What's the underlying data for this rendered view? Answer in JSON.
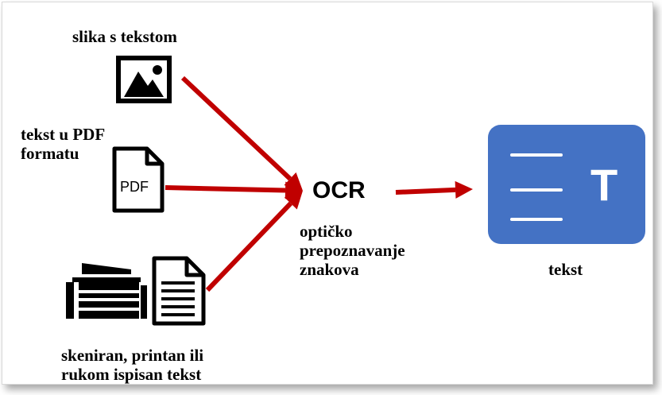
{
  "labels": {
    "image_text": "slika s tekstom",
    "pdf_text": "tekst u PDF\nformatu",
    "scanned_text": "skeniran, printan ili\nrukom ispisan tekst",
    "ocr": "OCR",
    "ocr_desc": "optičko\nprepoznavanje\nznakova",
    "output": "tekst"
  },
  "icons": {
    "image": "image-icon",
    "pdf": "pdf-file-icon",
    "pdf_badge": "PDF",
    "printer": "printer-scanner-icon",
    "document": "document-icon",
    "output": "text-document-icon",
    "output_letter": "T"
  },
  "colors": {
    "arrow": "#c00000",
    "output_bg": "#4472c4"
  }
}
